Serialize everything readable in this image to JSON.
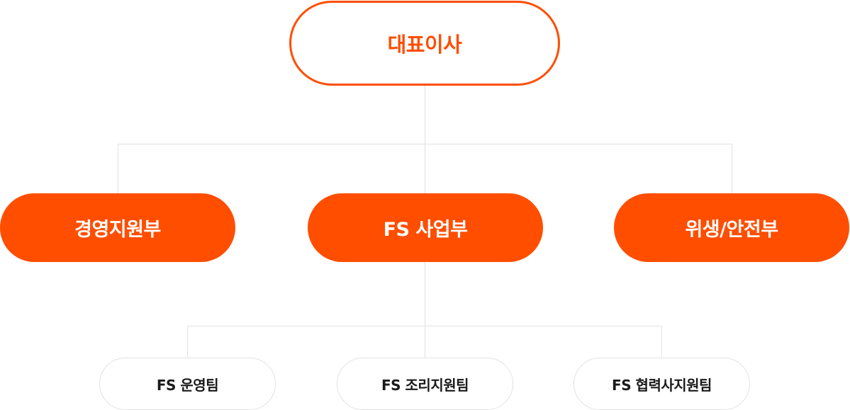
{
  "chart": {
    "root": {
      "label": "대표이사"
    },
    "departments": [
      {
        "label": "경영지원부"
      },
      {
        "label": "FS 사업부"
      },
      {
        "label": "위생/안전부"
      }
    ],
    "teams": [
      {
        "label": "FS 운영팀"
      },
      {
        "label": "FS 조리지원팀"
      },
      {
        "label": "FS 협력사지원팀"
      }
    ]
  },
  "colors": {
    "accent": "#ff4e00",
    "connector": "#e2e2e2",
    "team_text": "#1a1a1a"
  }
}
